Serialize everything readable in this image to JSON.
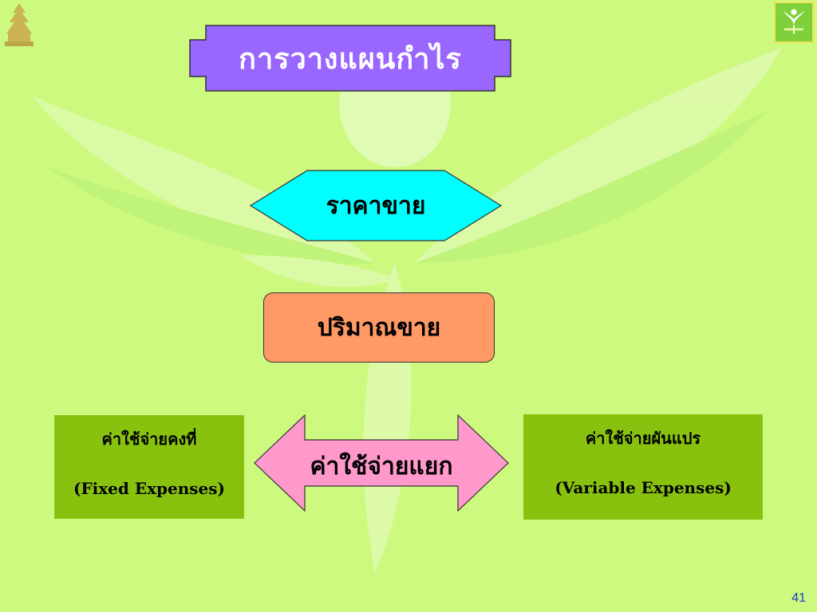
{
  "title": "การวางแผนกำไร",
  "nodes": {
    "price": "ราคาขาย",
    "volume": "ปริมาณขาย",
    "split_cost": "ค่าใช้จ่ายแยก"
  },
  "expenses": {
    "fixed_th": "ค่าใช้จ่ายคงที่",
    "fixed_en": "(Fixed Expenses)",
    "variable_th": "ค่าใช้จ่ายผันแปร",
    "variable_en": "(Variable Expenses)"
  },
  "page_number": "41",
  "colors": {
    "background": "#ccf97e",
    "title_fill": "#9966ff",
    "price_fill": "#00ffff",
    "volume_fill": "#ff9966",
    "split_fill": "#ff99cc",
    "expense_fill": "#88c20e",
    "page_number": "#1a3cc9"
  }
}
